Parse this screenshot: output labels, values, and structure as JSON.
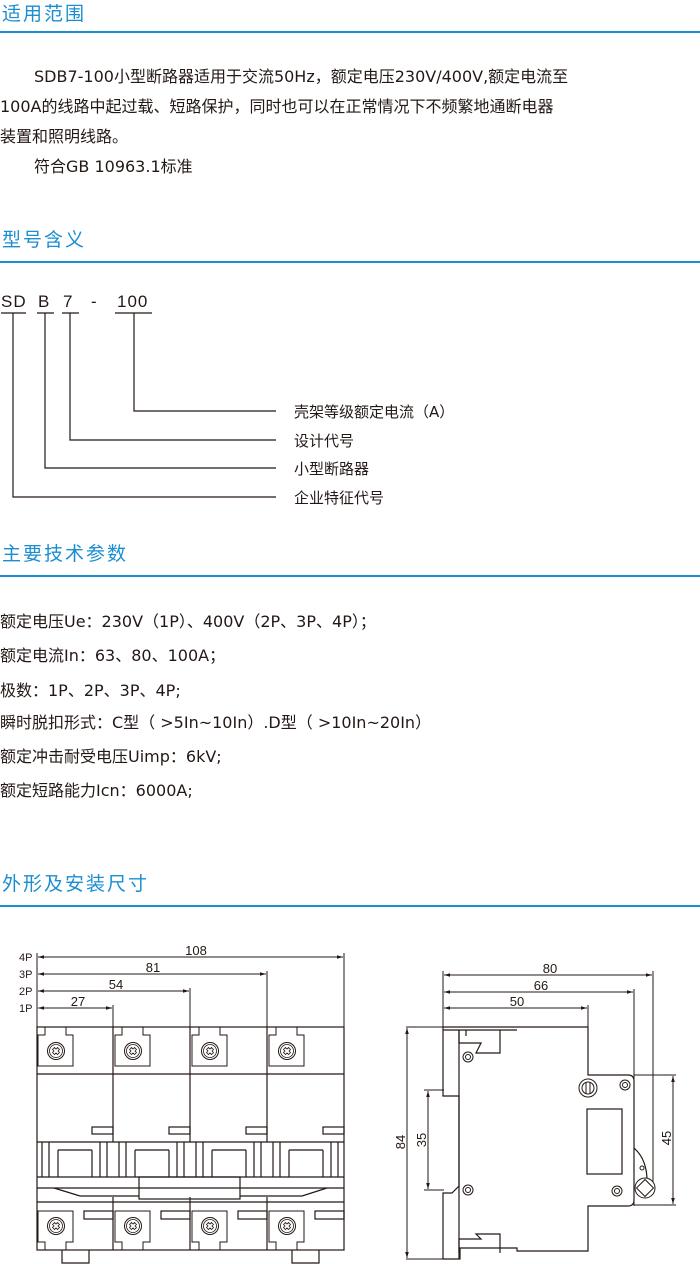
{
  "sections": {
    "scope": {
      "title": "适用范围",
      "paragraph_1": "SDB7-100小型断路器适用于交流50Hz，额定电压230V/400V,额定电流至100A的线路中起过载、短路保护，同时也可以在正常情况下不频繁地通断电器装置和照明线路。",
      "paragraph_1_lines": [
        "SDB7-100小型断路器适用于交流50Hz，额定电压230V/400V,额定电流至",
        "100A的线路中起过载、短路保护，同时也可以在正常情况下不频繁地通断电器",
        "装置和照明线路。"
      ],
      "paragraph_2": "符合GB 10963.1标准"
    },
    "model_meaning": {
      "title": "型号含义",
      "code_parts": [
        "SD",
        "B",
        "7",
        "-",
        "100"
      ],
      "meanings": [
        "壳架等级额定电流（A）",
        "设计代号",
        "小型断路器",
        "企业特征代号"
      ]
    },
    "tech_params": {
      "title": "主要技术参数",
      "items": [
        "额定电压Ue：230V（1P）、400V（2P、3P、4P）；",
        "额定电流In：63、80、100A；",
        "极数：1P、2P、3P、4P;",
        "瞬时脱扣形式：C型（ >5In~10In）.D型（ >10In~20In）",
        "额定冲击耐受电压Uimp：6kV;",
        "额定短路能力Icn：6000A;"
      ]
    },
    "dimensions": {
      "title": "外形及安装尺寸",
      "front_view": {
        "pole_labels": [
          "4P",
          "3P",
          "2P",
          "1P"
        ],
        "widths": [
          "108",
          "81",
          "54",
          "27"
        ]
      },
      "side_view": {
        "depths": [
          "80",
          "66",
          "50"
        ],
        "heights": [
          "84",
          "35",
          "45"
        ]
      }
    }
  },
  "colors": {
    "accent": "#1a8ed1",
    "text": "#231815",
    "line": "#231815"
  }
}
